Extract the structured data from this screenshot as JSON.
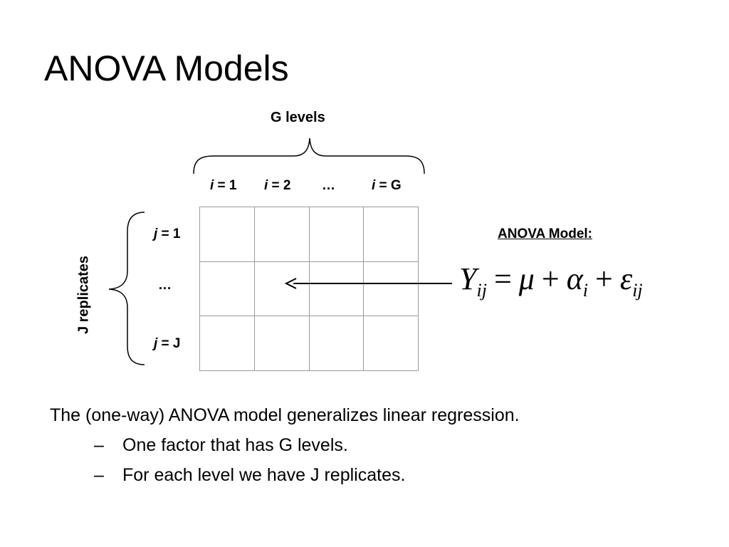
{
  "title": "ANOVA Models",
  "diagram": {
    "levels_label": "G levels",
    "replicates_label": "J replicates",
    "columns": [
      {
        "var": "i",
        "rest": " = 1"
      },
      {
        "var": "i",
        "rest": " = 2"
      },
      {
        "var": "",
        "rest": "…"
      },
      {
        "var": "i",
        "rest": " = G"
      }
    ],
    "rows": [
      {
        "var": "j",
        "rest": " = 1"
      },
      {
        "var": "",
        "rest": "…"
      },
      {
        "var": "j",
        "rest": " = J"
      }
    ]
  },
  "model": {
    "label": "ANOVA Model:",
    "Y": "Y",
    "Y_sub": "ij",
    "eq": "=",
    "mu": "μ",
    "plus1": "+",
    "alpha": "α",
    "alpha_sub": "i",
    "plus2": "+",
    "eps": "ε",
    "eps_sub": "ij"
  },
  "body": {
    "line1": "The (one-way) ANOVA model generalizes linear regression.",
    "dash": "–",
    "bullet1": "One factor that has G levels.",
    "bullet2": "For each level we have J replicates."
  }
}
